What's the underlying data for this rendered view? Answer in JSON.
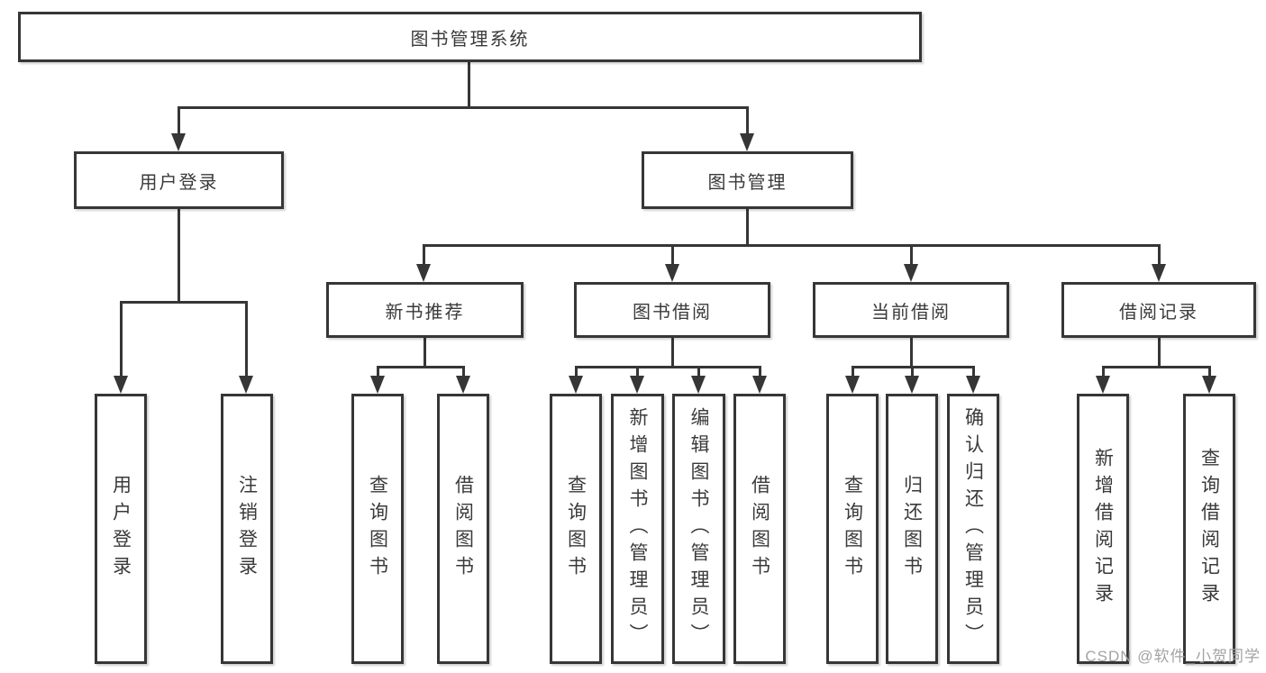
{
  "diagram": {
    "root": "图书管理系统",
    "level2": {
      "user_login": "用户登录",
      "book_mgmt": "图书管理"
    },
    "level3": {
      "new_books": "新书推荐",
      "book_borrow": "图书借阅",
      "current_borrow": "当前借阅",
      "borrow_records": "借阅记录"
    },
    "leaves": {
      "user_login": [
        "用户登录",
        "注销登录"
      ],
      "new_books": [
        "查询图书",
        "借阅图书"
      ],
      "book_borrow": [
        "查询图书",
        "新增图书（管理员）",
        "编辑图书（管理员）",
        "借阅图书"
      ],
      "current_borrow": [
        "查询图书",
        "归还图书",
        "确认归还（管理员）"
      ],
      "borrow_records": [
        "新增借阅记录",
        "查询借阅记录"
      ]
    }
  },
  "watermark": "CSDN @软件_小贺同学",
  "colors": {
    "line": "#363636",
    "text": "#3a3a3a",
    "watermark": "#a3a3a3",
    "background": "#ffffff"
  }
}
